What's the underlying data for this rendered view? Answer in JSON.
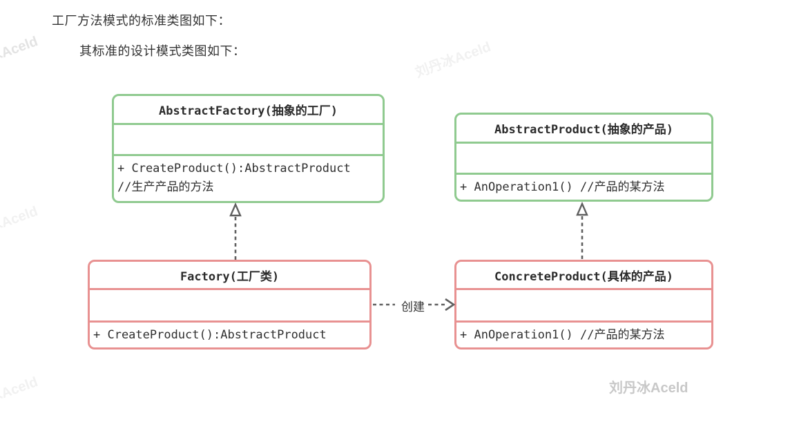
{
  "page": {
    "heading1": "工厂方法模式的标准类图如下：",
    "heading2": "其标准的设计模式类图如下："
  },
  "classes": {
    "abstract_factory": {
      "title": "AbstractFactory(抽象的工厂)",
      "methods": [
        "+ CreateProduct():AbstractProduct",
        "//生产产品的方法"
      ]
    },
    "abstract_product": {
      "title": "AbstractProduct(抽象的产品)",
      "methods": [
        "+ AnOperation1() //产品的某方法"
      ]
    },
    "factory": {
      "title": "Factory(工厂类)",
      "methods": [
        "+ CreateProduct():AbstractProduct"
      ]
    },
    "concrete_product": {
      "title": "ConcreteProduct(具体的产品)",
      "methods": [
        "+ AnOperation1() //产品的某方法"
      ]
    }
  },
  "relations": {
    "create_label": "创建",
    "left_inheritance": "Factory ▷ AbstractFactory",
    "right_inheritance": "ConcreteProduct ▷ AbstractProduct"
  },
  "watermark": {
    "text": "刘丹冰Aceld",
    "signature": "刘丹冰Aceld"
  },
  "colors": {
    "abstract_border_green": "#8fca8f",
    "concrete_border_red": "#e89191",
    "arrow_gray": "#5f5f5f",
    "watermark_faint": "#f1f1f1",
    "signature_gray": "#c8c8c8"
  }
}
